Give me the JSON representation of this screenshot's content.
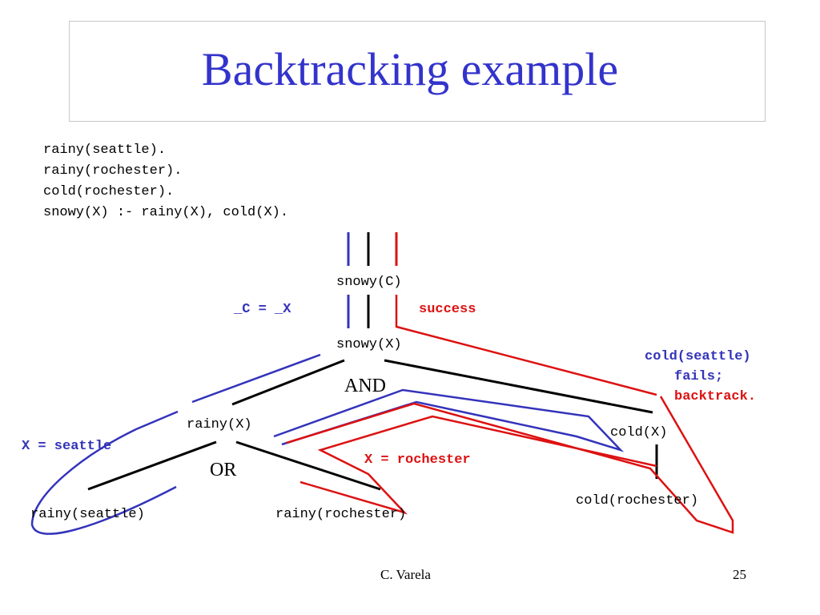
{
  "slide": {
    "title": "Backtracking example",
    "footer_author": "C. Varela",
    "page_number": "25"
  },
  "code": {
    "lines": [
      "rainy(seattle).",
      "rainy(rochester).",
      "cold(rochester).",
      "snowy(X) :- rainy(X), cold(X)."
    ]
  },
  "diagram": {
    "nodes": {
      "snowy_c": "snowy(C)",
      "snowy_x": "snowy(X)",
      "rainy_x": "rainy(X)",
      "cold_x": "cold(X)",
      "rainy_seattle": "rainy(seattle)",
      "rainy_rochester": "rainy(rochester)",
      "cold_rochester": "cold(rochester)"
    },
    "connectors": {
      "and": "AND",
      "or": "OR"
    },
    "annotations": {
      "unify": "_C = _X",
      "success": "success",
      "x_seattle": "X = seattle",
      "x_rochester": "X = rochester",
      "cold_seattle_1": "cold(seattle)",
      "cold_seattle_2": "fails;",
      "cold_seattle_3": "backtrack."
    }
  },
  "colors": {
    "title": "#3333cc",
    "blue_path": "#3333bb",
    "red_path": "#dd1111",
    "black": "#000000"
  }
}
